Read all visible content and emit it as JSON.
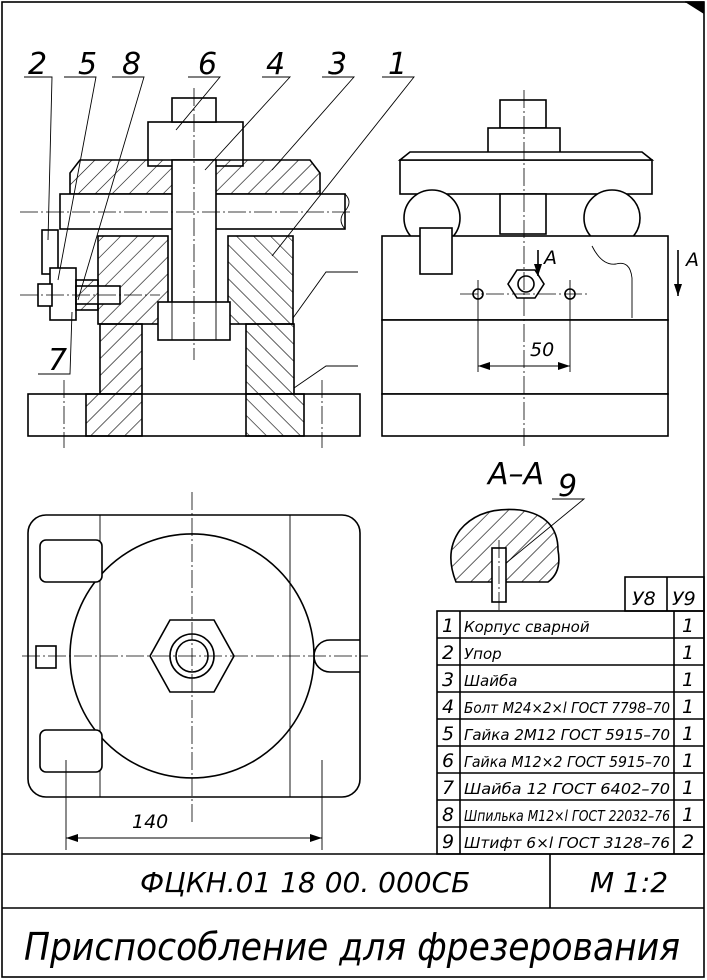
{
  "leaders": [
    "2",
    "5",
    "8",
    "6",
    "4",
    "3",
    "1",
    "7",
    "9"
  ],
  "section_marker": "A",
  "section_title": "A–A",
  "dimensions": {
    "hole_spacing": "50",
    "overall_width": "140"
  },
  "bom": {
    "header": [
      "У8",
      "У9"
    ],
    "rows": [
      {
        "pos": "1",
        "name": "Корпус сварной",
        "qty": "1"
      },
      {
        "pos": "2",
        "name": "Упор",
        "qty": "1"
      },
      {
        "pos": "3",
        "name": "Шайба",
        "qty": "1"
      },
      {
        "pos": "4",
        "name": "Болт М24×2×l ГОСТ 7798–70",
        "qty": "1"
      },
      {
        "pos": "5",
        "name": "Гайка 2М12 ГОСТ 5915–70",
        "qty": "1"
      },
      {
        "pos": "6",
        "name": "Гайка М12×2 ГОСТ 5915–70",
        "qty": "1"
      },
      {
        "pos": "7",
        "name": "Шайба 12 ГОСТ 6402–70",
        "qty": "1"
      },
      {
        "pos": "8",
        "name": "Шпилька М12×l ГОСТ 22032–76",
        "qty": "1"
      },
      {
        "pos": "9",
        "name": "Штифт 6×l ГОСТ 3128–76",
        "qty": "2"
      }
    ]
  },
  "title_block": {
    "designation": "ФЦКН.01 18 00. 000СБ",
    "scale": "М  1:2",
    "name": "Приспособление для фрезерования"
  }
}
